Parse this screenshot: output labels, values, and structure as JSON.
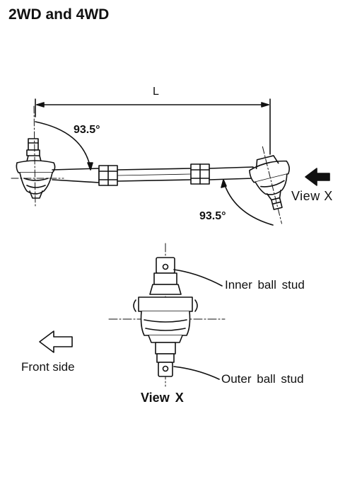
{
  "title": "2WD and 4WD",
  "dimension_label": "L",
  "angle_left": "93.5°",
  "angle_right": "93.5°",
  "view_arrow_label": "View X",
  "inner_label": "Inner ball stud",
  "outer_label": "Outer ball stud",
  "front_label": "Front side",
  "view_caption": "View X"
}
